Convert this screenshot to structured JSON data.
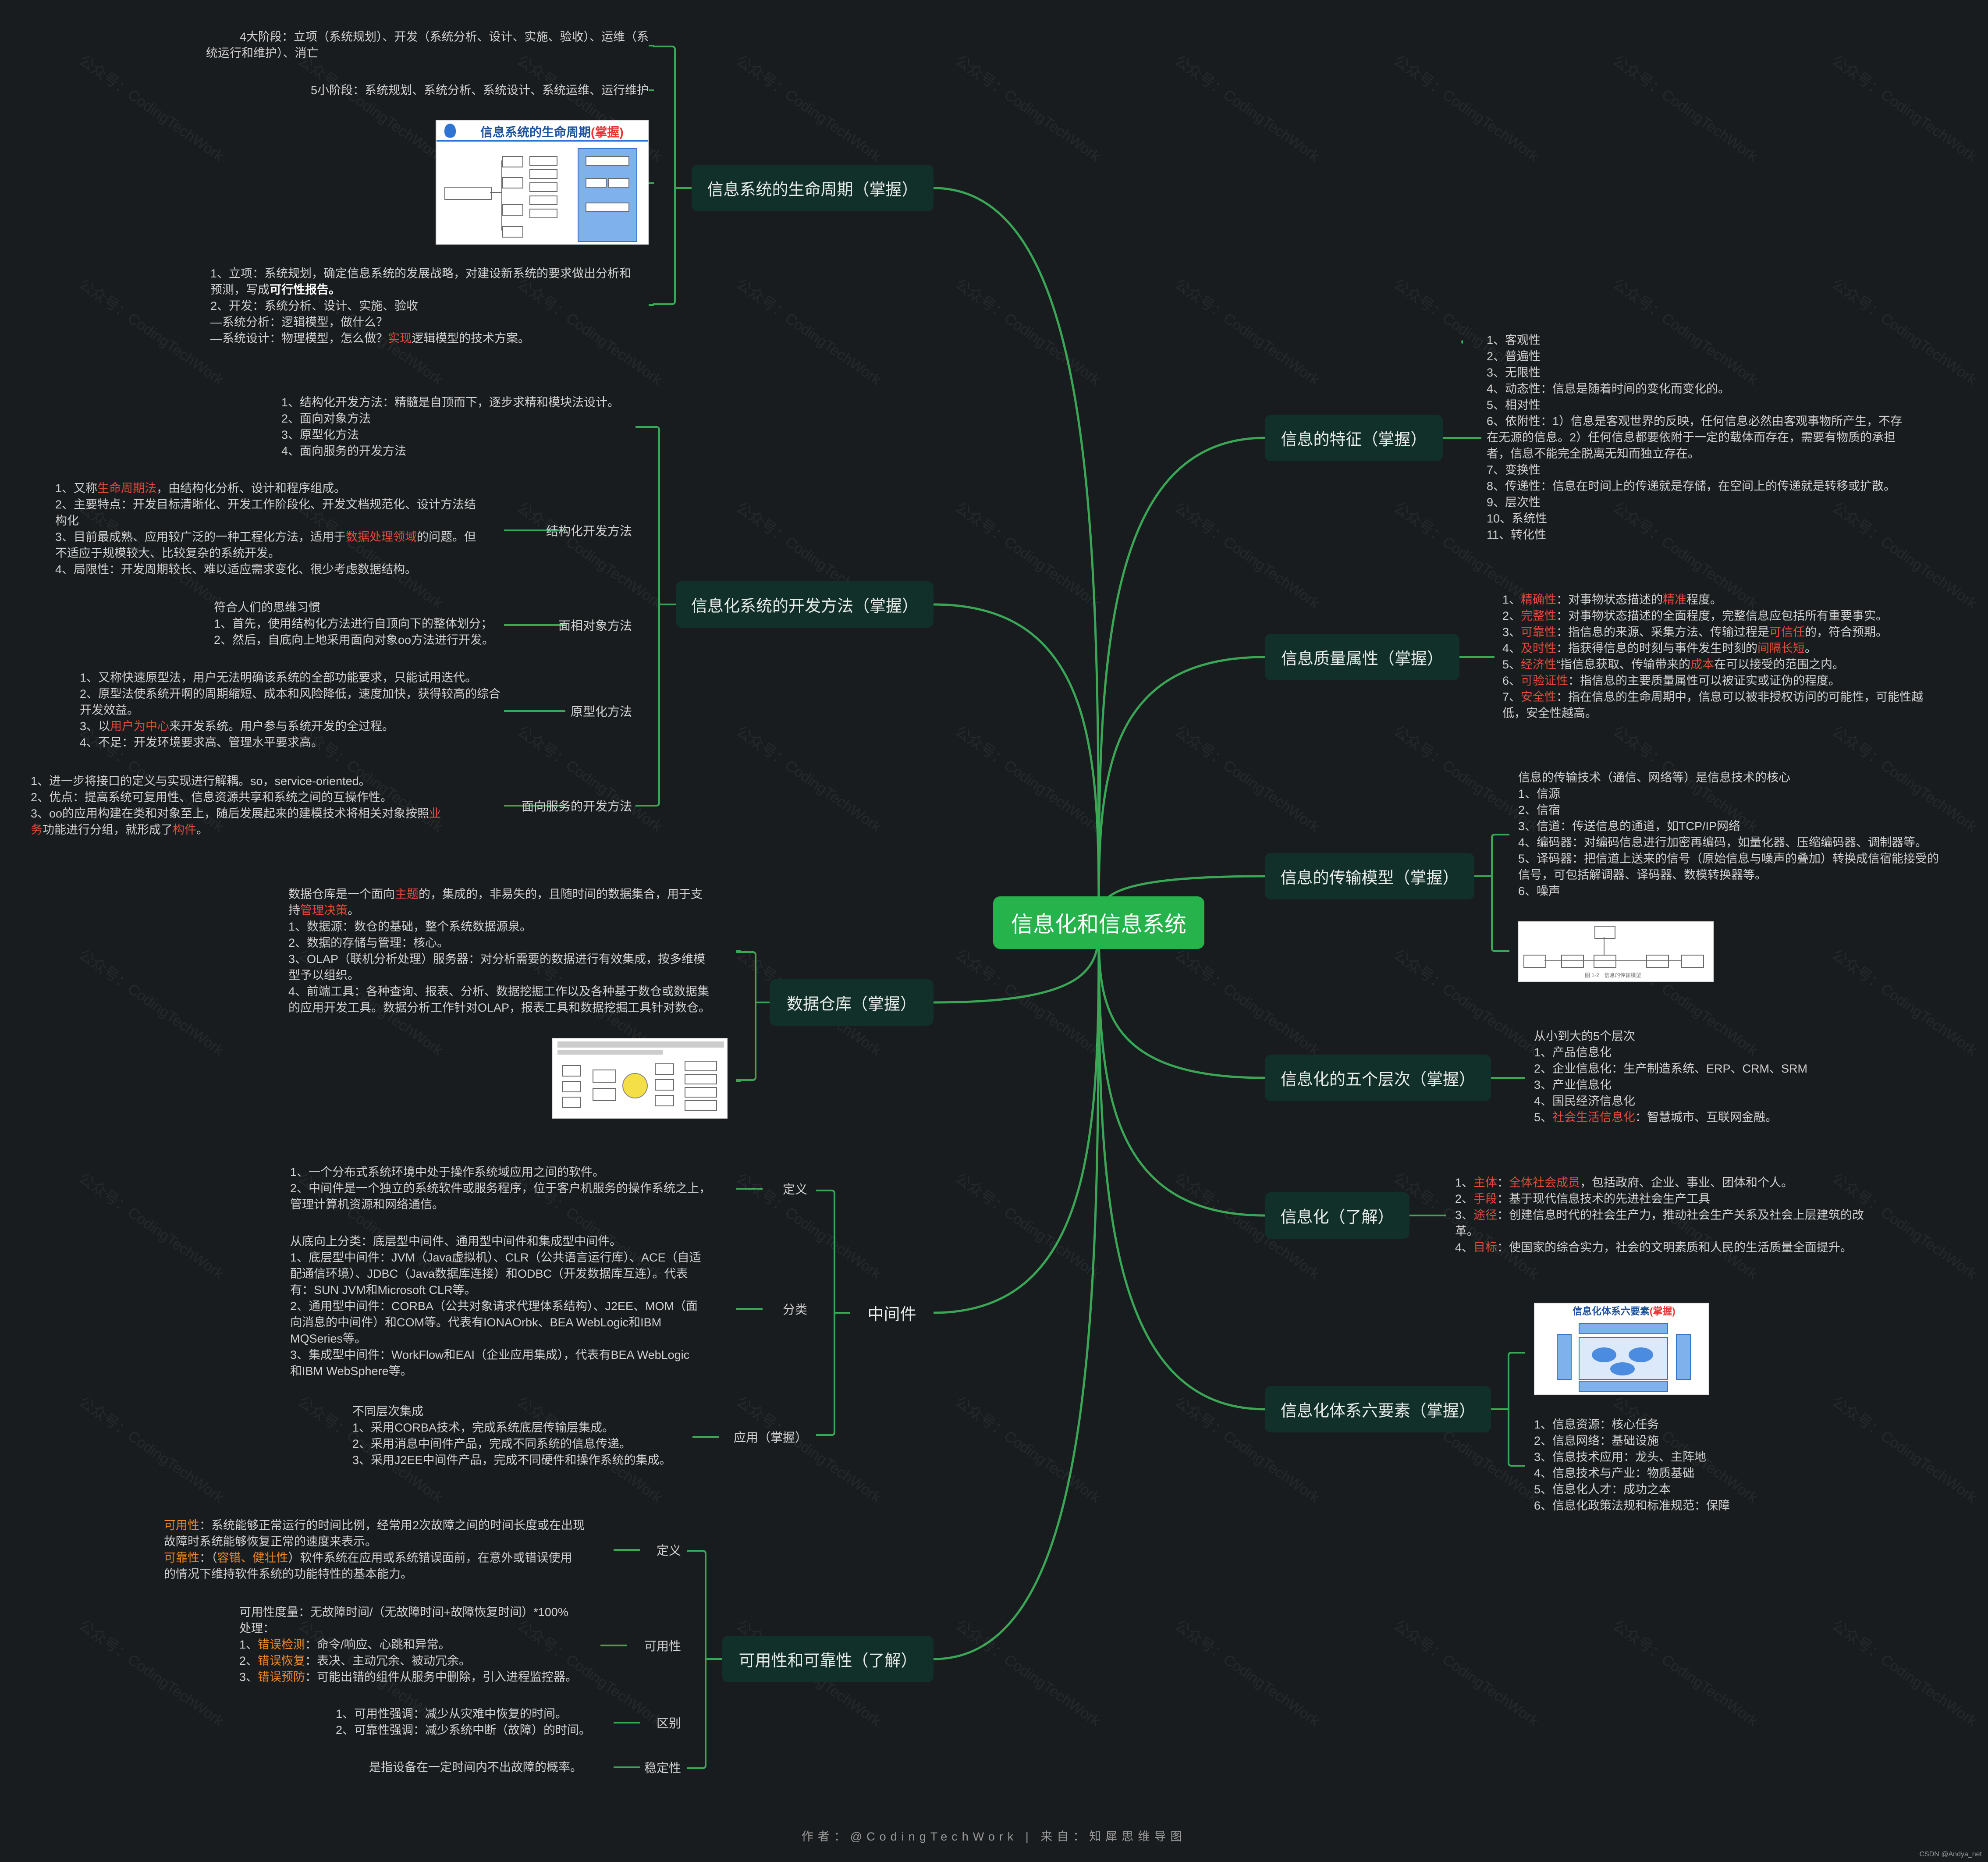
{
  "root": "信息化和信息系统",
  "left": {
    "lifecycle": {
      "label": "信息系统的生命周期（掌握）",
      "items": [
        [
          "4大阶段：立项（系统规划）、开发（系统分析、设计、实施、验收）、运维（系",
          "统运行和维护）、消亡"
        ],
        [
          "5小阶段：系统规划、系统分析、系统设计、系统运维、运行维护"
        ]
      ],
      "image_title": "信息系统的生命周期",
      "image_title_mark": "(掌握)",
      "notes": {
        "l1a": "1、立项：系统规划，确定信息系统的发展战略，对建设新系统的要求做出分析和",
        "l1b_pre": "预测，写成",
        "l1b_bold": "可行性报告。",
        "l2": "2、开发：系统分析、设计、实施、验收",
        "l3": "—系统分析：逻辑模型，做什么？",
        "l4_pre": "—系统设计：物理模型，怎么做？",
        "l4_hl": "实现",
        "l4_post": "逻辑模型的技术方案。"
      }
    },
    "devmethods": {
      "label": "信息化系统的开发方法（掌握）",
      "intro": [
        "1、结构化开发方法：精髓是自顶而下，逐步求精和模块法设计。",
        "2、面向对象方法",
        "3、原型化方法",
        "4、面向服务的开发方法"
      ],
      "structured": {
        "label": "结构化开发方法",
        "l1_pre": "1、又称",
        "l1_hl": "生命周期法",
        "l1_post": "，由结构化分析、设计和程序组成。",
        "l2a": "2、主要特点：开发目标清晰化、开发工作阶段化、开发文档规范化、设计方法结",
        "l2b": "构化",
        "l3a_pre": "3、目前最成熟、应用较广泛的一种工程化方法，适用于",
        "l3a_hl": "数据处理领域",
        "l3a_post": "的问题。但",
        "l3b": "不适应于规模较大、比较复杂的系统开发。",
        "l4": "4、局限性：开发周期较长、难以适应需求变化、很少考虑数据结构。"
      },
      "oo": {
        "label": "面相对象方法",
        "lines": [
          "符合人们的思维习惯",
          "1、首先，使用结构化方法进行自顶向下的整体划分；",
          "2、然后，自底向上地采用面向对象oo方法进行开发。"
        ]
      },
      "proto": {
        "label": "原型化方法",
        "l1": "1、又称快速原型法，用户无法明确该系统的全部功能要求，只能试用迭代。",
        "l2a": "2、原型法使系统开啊的周期缩短、成本和风险降低，速度加快，获得较高的综合",
        "l2b": "开发效益。",
        "l3_pre": "3、以",
        "l3_hl": "用户为中心",
        "l3_post": "来开发系统。用户参与系统开发的全过程。",
        "l4": "4、不足：开发环境要求高、管理水平要求高。"
      },
      "soa": {
        "label": "面向服务的开发方法",
        "l1": "1、进一步将接口的定义与实现进行解耦。so，service-oriented。",
        "l2": "2、优点：提高系统可复用性、信息资源共享和系统之间的互操作性。",
        "l3a_pre": "3、oo的应用构建在类和对象至上，随后发展起来的建模技术将相关对象按照",
        "l3a_hl": "业",
        "l3b_hl": "务",
        "l3b_mid": "功能进行分组，就形成了",
        "l3b_hl2": "构件",
        "l3b_post": "。"
      }
    },
    "warehouse": {
      "label": "数据仓库（掌握）",
      "l1_pre": "数据仓库是一个面向",
      "l1_hl": "主题",
      "l1_post": "的，集成的，非易失的，且随时间的数据集合，用于支",
      "l2_pre": "持",
      "l2_hl": "管理决策",
      "l2_post": "。",
      "l3": "1、数据源：数仓的基础，整个系统数据源泉。",
      "l4": "2、数据的存储与管理：核心。",
      "l5": "3、OLAP（联机分析处理）服务器：对分析需要的数据进行有效集成，按多维模",
      "l6": "型予以组织。",
      "l7": "4、前端工具：各种查询、报表、分析、数据挖掘工作以及各种基于数仓或数据集",
      "l8": "的应用开发工具。数据分析工作针对OLAP，报表工具和数据挖掘工具针对数仓。"
    },
    "middleware": {
      "label": "中间件",
      "def": {
        "label": "定义",
        "lines": [
          "1、一个分布式系统环境中处于操作系统域应用之间的软件。",
          "2、中间件是一个独立的系统软件或服务程序，位于客户机服务的操作系统之上，",
          "管理计算机资源和网络通信。"
        ]
      },
      "cls": {
        "label": "分类",
        "lines": [
          "从底向上分类：底层型中间件、通用型中间件和集成型中间件。",
          "1、底层型中间件：JVM（Java虚拟机）、CLR（公共语言运行库）、ACE（自适",
          "配通信环境）、JDBC（Java数据库连接）和ODBC（开发数据库互连）。代表",
          "有：SUN JVM和Microsoft CLR等。",
          "2、通用型中间件：CORBA（公共对象请求代理体系结构）、J2EE、MOM（面",
          "向消息的中间件）和COM等。代表有IONAOrbk、BEA WebLogic和IBM",
          "MQSeries等。",
          "3、集成型中间件：WorkFlow和EAI（企业应用集成），代表有BEA WebLogic",
          "和IBM WebSphere等。"
        ]
      },
      "app": {
        "label": "应用（掌握）",
        "lines": [
          "不同层次集成",
          "1、采用CORBA技术，完成系统底层传输层集成。",
          "2、采用消息中间件产品，完成不同系统的信息传递。",
          "3、采用J2EE中间件产品，完成不同硬件和操作系统的集成。"
        ]
      }
    },
    "availability": {
      "label": "可用性和可靠性（了解）",
      "def": {
        "label": "定义",
        "a_hl": "可用性",
        "a_post": "：系统能够正常运行的时间比例，经常用2次故障之间的时间长度或在出现",
        "a2": "故障时系统能够恢复正常的速度来表示。",
        "b_hl": "可靠性",
        "b_mid": "：（",
        "b_hl2": "容错、健壮性",
        "b_post": "）软件系统在应用或系统错误面前，在意外或错误使用",
        "b2": "的情况下维持软件系统的功能特性的基本能力。"
      },
      "avail": {
        "label": "可用性",
        "l1": "可用性度量：无故障时间/（无故障时间+故障恢复时间）*100%",
        "l2": "处理：",
        "l3_pre": "1、",
        "l3_hl": "错误检测",
        "l3_post": "：命令/响应、心跳和异常。",
        "l4_pre": "2、",
        "l4_hl": "错误恢复",
        "l4_post": "：表决、主动冗余、被动冗余。",
        "l5_pre": "3、",
        "l5_hl": "错误预防",
        "l5_post": "：可能出错的组件从服务中删除，引入进程监控器。"
      },
      "diff": {
        "label": "区别",
        "lines": [
          "1、可用性强调：减少从灾难中恢复的时间。",
          "2、可靠性强调：减少系统中断（故障）的时间。"
        ]
      },
      "stab": {
        "label": "稳定性",
        "lines": [
          "是指设备在一定时间内不出故障的概率。"
        ]
      }
    }
  },
  "right": {
    "features": {
      "label": "信息的特征（掌握）",
      "lines": [
        "1、客观性",
        "2、普遍性",
        "3、无限性",
        "4、动态性：信息是随着时间的变化而变化的。",
        "5、相对性",
        "6、依附性：1）信息是客观世界的反映，任何信息必然由客观事物所产生，不存",
        "在无源的信息。2）任何信息都要依附于一定的载体而存在，需要有物质的承担",
        "者，信息不能完全脱离无知而独立存在。",
        "7、变换性",
        "8、传递性：信息在时间上的传递就是存储，在空间上的传递就是转移或扩散。",
        "9、层次性",
        "10、系统性",
        "11、转化性"
      ]
    },
    "quality": {
      "label": "信息质量属性（掌握）",
      "q1_pre": "1、",
      "q1_hl": "精确性",
      "q1_mid": "：对事物状态描述的",
      "q1_hl2": "精准",
      "q1_post": "程度。",
      "q2_pre": "2、",
      "q2_hl": "完整性",
      "q2_post": "：对事物状态描述的全面程度，完整信息应包括所有重要事实。",
      "q3_pre": "3、",
      "q3_hl": "可靠性",
      "q3_mid": "：指信息的来源、采集方法、传输过程是",
      "q3_hl2": "可信任",
      "q3_post": "的，符合预期。",
      "q4_pre": "4、",
      "q4_hl": "及时性",
      "q4_mid": "：指获得信息的时刻与事件发生时刻的",
      "q4_hl2": "间隔长短",
      "q4_post": "。",
      "q5_pre": "5、",
      "q5_hl": "经济性",
      "q5_mid": "“指信息获取、传输带来的",
      "q5_hl2": "成本",
      "q5_post": "在可以接受的范围之内。",
      "q6_pre": "6、",
      "q6_hl": "可验证性",
      "q6_post": "：指信息的主要质量属性可以被证实或证伪的程度。",
      "q7_pre": "7、",
      "q7_hl": "安全性",
      "q7_post": "：指在信息的生命周期中，信息可以被非授权访问的可能性，可能性越",
      "q7b": "低，安全性越高。"
    },
    "transmission": {
      "label": "信息的传输模型（掌握）",
      "lines": [
        "信息的传输技术（通信、网络等）是信息技术的核心",
        "1、信源",
        "2、信宿",
        "3、信道：传送信息的通道，如TCP/IP网络",
        "4、编码器：对编码信息进行加密再编码，如量化器、压缩编码器、调制器等。",
        "5、译码器：把信道上送来的信号（原始信息与噪声的叠加）转换成信宿能接受的",
        "信号，可包括解调器、译码器、数模转换器等。",
        "6、噪声"
      ],
      "fig_caption": "图 1-2　信息的传输模型"
    },
    "levels": {
      "label": "信息化的五个层次（掌握）",
      "lines": [
        "从小到大的5个层次",
        "1、产品信息化",
        "2、企业信息化：生产制造系统、ERP、CRM、SRM",
        "3、产业信息化",
        "4、国民经济信息化"
      ],
      "l5_pre": "5、",
      "l5_hl": "社会生活信息化",
      "l5_post": "：智慧城市、互联网金融。"
    },
    "informatization": {
      "label": "信息化（了解）",
      "a_pre": "1、",
      "a_hl": "主体",
      "a_mid": "：",
      "a_hl2": "全体社会成员",
      "a_post": "，包括政府、企业、事业、团体和个人。",
      "b_pre": "2、",
      "b_hl": "手段",
      "b_post": "：基于现代信息技术的先进社会生产工具",
      "c_pre": "3、",
      "c_hl": "途径",
      "c_post": "：创建信息时代的社会生产力，推动社会生产关系及社会上层建筑的改",
      "c2": "革。",
      "d_pre": "4、",
      "d_hl": "目标",
      "d_post": "：使国家的综合实力，社会的文明素质和人民的生活质量全面提升。"
    },
    "six": {
      "label": "信息化体系六要素（掌握）",
      "image_title": "信息化体系六要素",
      "image_title_mark": "(掌握)",
      "lines": [
        "1、信息资源：核心任务",
        "2、信息网络：基础设施",
        "3、信息技术应用：龙头、主阵地",
        "4、信息技术与产业：物质基础",
        "5、信息化人才：成功之本",
        "6、信息化政策法规和标准规范：保障"
      ]
    }
  },
  "footer": "作者：@CodingTechWork  |  来自：知犀思维导图",
  "credit": "CSDN @Andya_net",
  "watermark": "公众号：CodingTechWork",
  "colors": {
    "background": "#191c1e",
    "node": "#12302a",
    "root": "#27b34b",
    "line": "#3aa757",
    "highlight": "#e34b3c",
    "highlight_orange": "#f08a24"
  }
}
